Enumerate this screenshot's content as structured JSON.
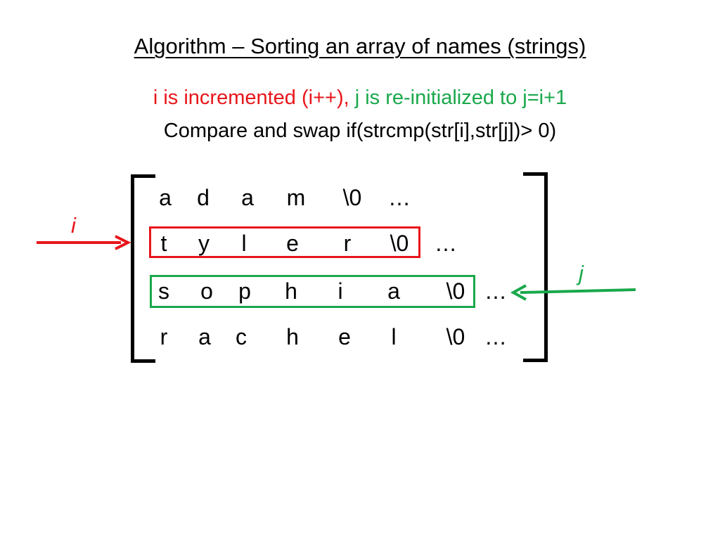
{
  "title": "Algorithm – Sorting an array of names (strings)",
  "line1": {
    "red": "i is incremented (i++),",
    "green": "j is re-initialized to j=i+1"
  },
  "line2": "Compare and swap if(strcmp(str[i],str[j])> 0)",
  "rows": [
    [
      "a",
      "d",
      "a",
      "m",
      "\\0",
      "…"
    ],
    [
      "t",
      "y",
      "l",
      "e",
      "r",
      "\\0",
      "…"
    ],
    [
      "s",
      "o",
      "p",
      "h",
      "i",
      "a",
      "\\0",
      "…"
    ],
    [
      "r",
      "a",
      "c",
      "h",
      "e",
      "l",
      "\\0",
      "…"
    ]
  ],
  "pointers": {
    "i": {
      "label": "i",
      "row": 1
    },
    "j": {
      "label": "j",
      "row": 2
    }
  },
  "colors": {
    "i": "#e8161b",
    "j": "#1aa84b",
    "text": "#000000"
  }
}
